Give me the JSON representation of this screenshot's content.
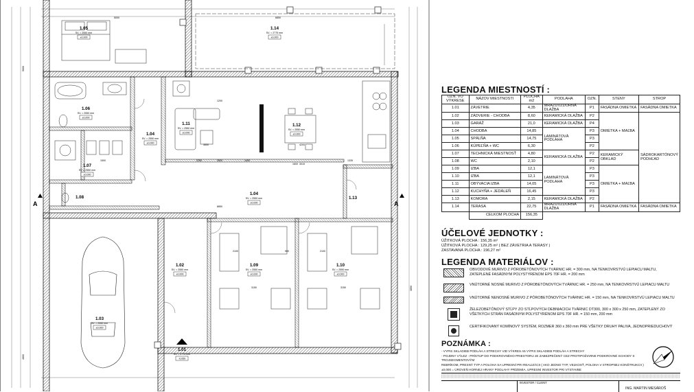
{
  "rooms": [
    {
      "num": "1.05",
      "sv": "SV. = 2550 mm",
      "lvl": "±0,000"
    },
    {
      "num": "1.14",
      "sv": "SV. = 2775 mm",
      "lvl": "±0,000"
    },
    {
      "num": "1.06",
      "sv": "SV. = 2550 mm",
      "lvl": "±0,000"
    },
    {
      "num": "1.11",
      "sv": "SV. = 2550 mm",
      "lvl": "±0,000"
    },
    {
      "num": "1.12",
      "sv": "SV. = 2550 mm",
      "lvl": "±0,000"
    },
    {
      "num": "1.04",
      "sv": "SV. = 2550 mm",
      "lvl": "±0,000"
    },
    {
      "num": "1.07",
      "sv": "SV. = 2550 mm",
      "lvl": "±0,000"
    },
    {
      "num": "1.04",
      "sv": "SV. = 2550 mm",
      "lvl": "±0,000"
    },
    {
      "num": "1.08",
      "sv": "",
      "lvl": ""
    },
    {
      "num": "1.13",
      "sv": "",
      "lvl": ""
    },
    {
      "num": "1.02",
      "sv": "SV. = 2550 mm",
      "lvl": "±0,000"
    },
    {
      "num": "1.09",
      "sv": "SV. = 2550 mm",
      "lvl": "±0,000"
    },
    {
      "num": "1.10",
      "sv": "SV. = 2550 mm",
      "lvl": "±0,000"
    },
    {
      "num": "1.03",
      "sv": "SV. = 2550 mm",
      "lvl": "±0,000"
    },
    {
      "num": "1.01",
      "sv": "SV. = 2775 mm",
      "lvl": "-0,050"
    }
  ],
  "dims": [
    "5000",
    "6850",
    "3500",
    "3650",
    "4200",
    "8850",
    "3150",
    "3150",
    "1600",
    "2100",
    "1400",
    "3015",
    "2250",
    "1335",
    "1500",
    "2100",
    "900",
    "1200",
    "4800",
    "5600",
    "3850"
  ],
  "section_mark": "A",
  "legend_rooms": {
    "title": "LEGENDA MIESTNOSTÍ :",
    "headers": [
      "OZN. VO VÝKRESE",
      "NÁZOV MIESTNOSTI",
      "PLOCHA m2",
      "PODLAHA",
      "OZN.",
      "STENY",
      "STROP"
    ],
    "rows": [
      [
        "1.01",
        "ZÁVETRIE",
        "4,35",
        "MRAZUVZDORNÁ DLAŽBA",
        "P1",
        "FASÁDNA OMIETKA",
        "FASÁDNA OMIETKA"
      ],
      [
        "1.02",
        "ZÁDVERIE - CHODBA",
        "8,60",
        "KERAMICKÁ DLAŽBA",
        "P2",
        "",
        ""
      ],
      [
        "1.03",
        "GARÁŽ",
        "21,0",
        "KERAMICKÁ DLAŽBA",
        "P4",
        "",
        ""
      ],
      [
        "1.04",
        "CHODBA",
        "14,85",
        "",
        "P3",
        "",
        ""
      ],
      [
        "1.05",
        "SPÁLŇA",
        "14,75",
        "",
        "P3",
        "",
        ""
      ],
      [
        "1.06",
        "KÚPEĽŇA + WC",
        "6,30",
        "",
        "P2",
        "",
        ""
      ],
      [
        "1.07",
        "TECHNICKÁ MIESTNOSŤ",
        "4,80",
        "KERAMICKÁ DLAŽBA",
        "P2",
        "KERAMICKÝ OBKLAD",
        ""
      ],
      [
        "1.08",
        "WC",
        "2,10",
        "",
        "P2",
        "",
        ""
      ],
      [
        "1.09",
        "IZBA",
        "12,1",
        "",
        "P3",
        "",
        ""
      ],
      [
        "1.10",
        "IZBA",
        "12,1",
        "",
        "P3",
        "",
        ""
      ],
      [
        "1.11",
        "OBÝVACIA IZBA",
        "14,05",
        "",
        "P3",
        "",
        ""
      ],
      [
        "1.12",
        "KUCHYŇA + JEDÁLEŇ",
        "16,45",
        "",
        "P3",
        "",
        ""
      ],
      [
        "1.13",
        "KOMORA",
        "2,15",
        "KERAMICKÁ DLAŽBA",
        "P2",
        "",
        ""
      ],
      [
        "1.14",
        "TERASA",
        "22,75",
        "MRAZUVZDORNÁ DLAŽBA",
        "P1",
        "FASÁDNA OMIETKA",
        "FASÁDNA OMIETKA"
      ]
    ],
    "merged_floor": "LAMINÁTOVÁ PODLAHA",
    "merged_walls": "OMIETKA + MAĽBA",
    "ceiling_merged": "SÁDROKARTÓNOVÝ PODHĽAD",
    "total_label": "CELKOM PLOCHA",
    "total_value": "156,35"
  },
  "units": {
    "title": "ÚČELOVÉ JEDNOTKY :",
    "lines": [
      "ÚŽITKOVÁ PLOCHA : 156,35 m²",
      "ÚŽITKOVÁ PLOCHA : 129,25 m² ( BEZ ZÁVETRIA A TERASY )",
      "ZASTAVANÁ PLOCHA : 196,27 m²"
    ]
  },
  "materials": {
    "title": "LEGENDA MATERIÁLOV :",
    "items": [
      "OBVODOVÉ MURIVO Z PÓROBETÓNOVÝCH TVÁRNIC HR. = 300 mm, NA TENKOVRSTVÚ LEPIACU MALTU, ZATEPLENÉ FASÁDNYM POLYSTYRÉNOM EPS 70F HR. = 200 mm",
      "VNÚTORNÉ NOSNÉ MURIVO Z PÓROBETÓNOVÝCH TVÁRNIC HR. = 250 mm, NA TENKOVRSTVÚ LEPIACU MALTU",
      "VNÚTORNÉ NENOSNÉ MURIVO Z PÓROBETÓNOVÝCH TVÁRNIC HR. = 150 mm, NA TENKOVRSTVÚ LEPIACU MALTU",
      "ŽELEZOBETÓNOVÝ STĹPY ZO STĹPOVÝCH DEBNIACICH TVÁRNIC DT300, 300 x 300 x 250 mm, ZATEPLENÝ ZO VŠETKÝCH STRÁN FASÁDNYM POLYSTYRÉNOM EPS 70F HR. = 150 mm, 200 mm",
      "CERTIFIKOVANÝ KOMÍNOVÝ SYSTÉM, ROZMER 360 x 360 mm PRE VŠETKY DRUHY PALIVA, JEDNOPRIEDUCHOVÝ"
    ]
  },
  "notes": {
    "title": "POZNÁMKA :",
    "lines": [
      "- VYPIS SKLADIEB PODLÁH A STRECHY VID VÝKRES A5 VÝPIS SKLADIEB PODLÁH A STRECHY",
      "- POJDNY VÝLEZ - PRÍSTUP DO PODKROVNÉHO PRIESTORU JE ZABEZPEČENÝ CEZ PROTIPOŽIARNE PODKROVNÉ SCHODY S TROJSEGMENTOVÝM",
      "  REBRÍKOM, PRESNÝ TYP A POLOHA SA UPRESNÍ PRI REALIZÁCII ( AKO JEDNO TYP, VEĽKOSŤ, POLOHA V STROPNEJ KONŠTRUKCII )",
      "±0,000 = ÚROVEŇ HORNEJ HRANY PODLAHY PRÍZEMIA, UPRESNÍ INVESTOR PRI VÝSTAVBE"
    ]
  },
  "titleblock": {
    "investor_label": "INVESTOR / CLIENT",
    "designer": "ING. MARTIN MESÁROŠ"
  }
}
